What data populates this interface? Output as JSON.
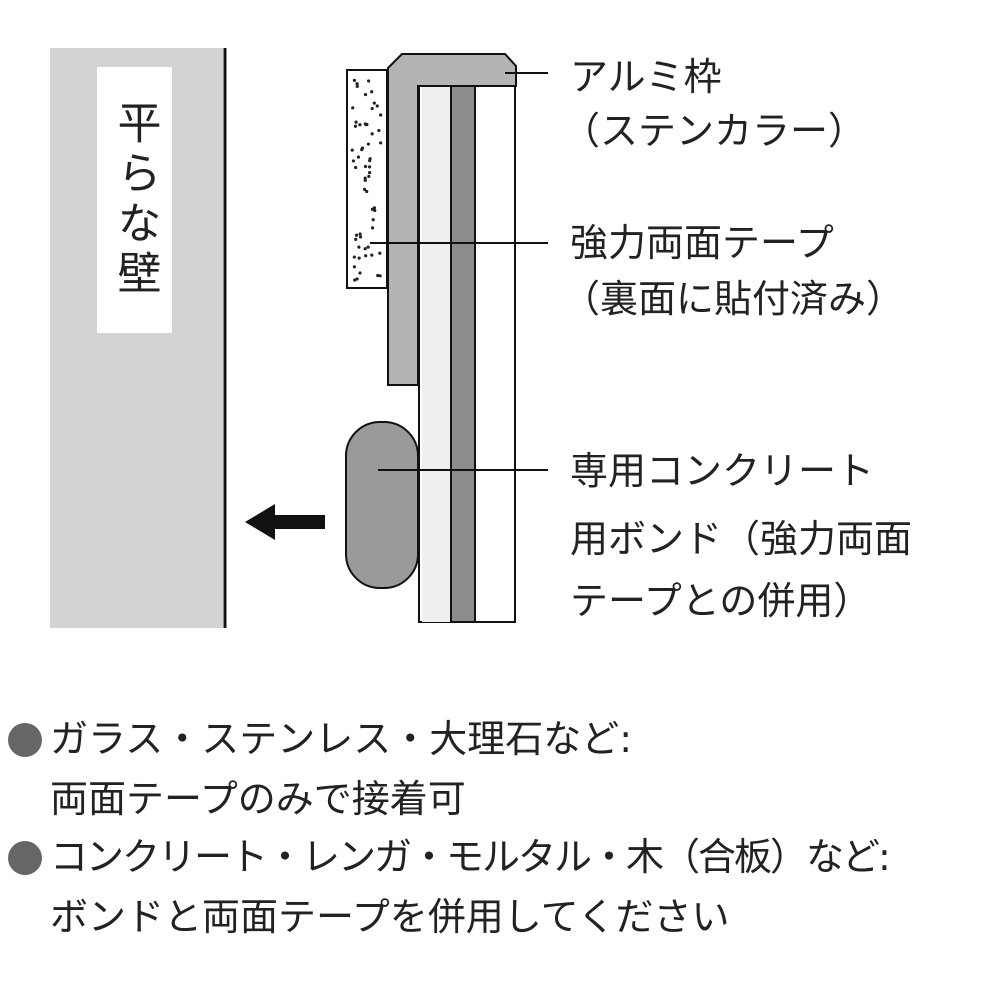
{
  "wall": {
    "label": "平らな壁"
  },
  "callouts": [
    {
      "line1": "アルミ枠",
      "line2": "（ステンカラー）"
    },
    {
      "line1": "強力両面テープ",
      "line2": "（裏面に貼付済み）"
    },
    {
      "line1": "専用コンクリート",
      "line2": "用ボンド（強力両面",
      "line3": "テープとの併用）"
    }
  ],
  "notes": [
    {
      "line1": "ガラス・ステンレス・大理石など:",
      "line2": "両面テープのみで接着可"
    },
    {
      "line1": "コンクリート・レンガ・モルタル・木（合板）など:",
      "line2": "ボンドと両面テープを併用してください"
    }
  ],
  "colors": {
    "wall": "#d3d3d3",
    "frame": "#b4b4b4",
    "bond": "#9a9a9a",
    "stripe": "#8c8c8c",
    "bullet": "#666666"
  }
}
